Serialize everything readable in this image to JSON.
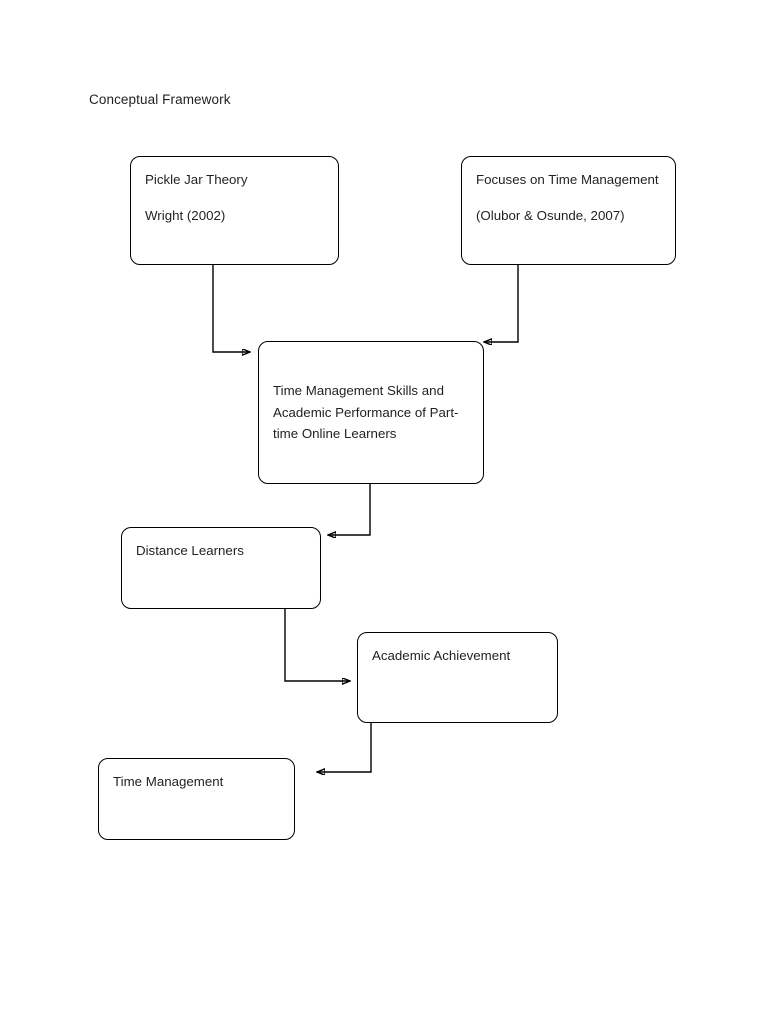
{
  "page": {
    "title": "Conceptual Framework",
    "background_color": "#ffffff",
    "text_color": "#231f20",
    "line_color": "#000000"
  },
  "diagram": {
    "type": "flowchart",
    "nodes": [
      {
        "id": "pickle-jar-theory",
        "line1": "Pickle Jar Theory",
        "line2": "Wright (2002)"
      },
      {
        "id": "focuses-on-time-management",
        "line1": "Focuses on Time Management",
        "line2": "(Olubor & Osunde, 2007)"
      },
      {
        "id": "central-topic",
        "line1": "Time Management Skills and Academic Performance of Part-time Online Learners"
      },
      {
        "id": "distance-learners",
        "line1": "Distance Learners"
      },
      {
        "id": "academic-achievement",
        "line1": "Academic Achievement"
      },
      {
        "id": "time-management",
        "line1": "Time Management"
      }
    ],
    "edges": [
      {
        "from": "pickle-jar-theory",
        "to": "central-topic",
        "arrow": "right"
      },
      {
        "from": "focuses-on-time-management",
        "to": "central-topic",
        "arrow": "left"
      },
      {
        "from": "central-topic",
        "to": "distance-learners",
        "arrow": "left"
      },
      {
        "from": "distance-learners",
        "to": "academic-achievement",
        "arrow": "right"
      },
      {
        "from": "academic-achievement",
        "to": "time-management",
        "arrow": "left"
      }
    ]
  }
}
